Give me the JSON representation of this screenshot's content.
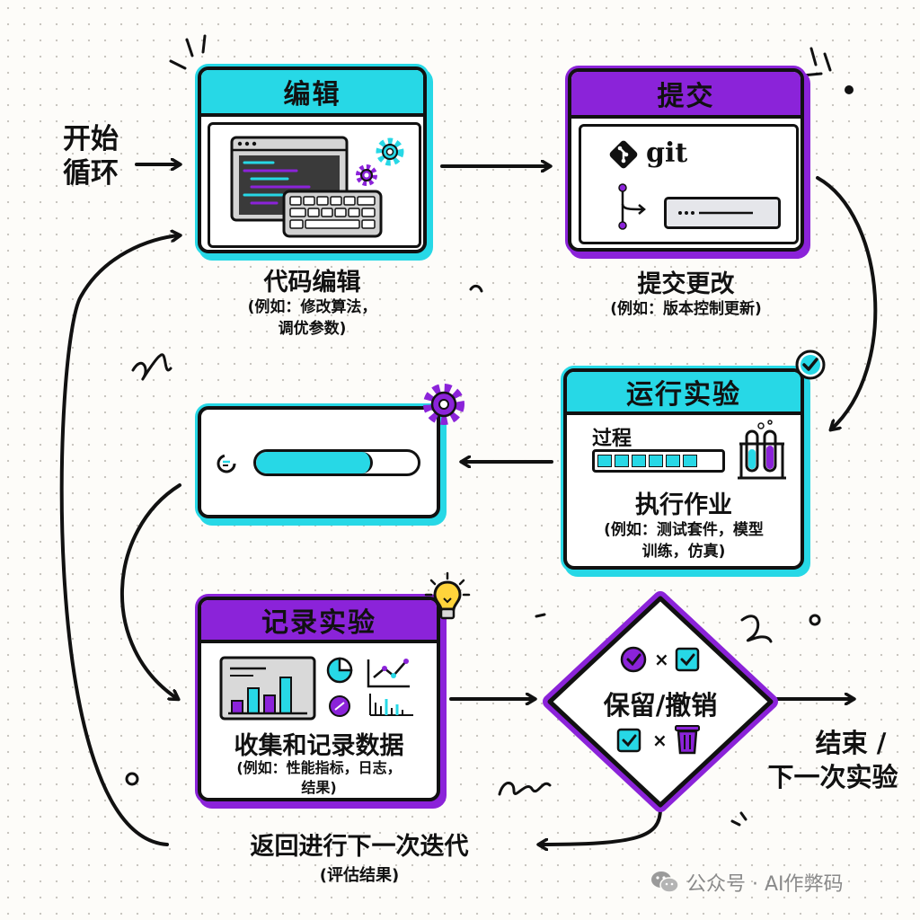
{
  "start": {
    "line1": "开始",
    "line2": "循环"
  },
  "edit": {
    "header": "编辑",
    "title": "代码编辑",
    "sub_line1": "(例如：修改算法，",
    "sub_line2": "调优参数)"
  },
  "commit": {
    "header": "提交",
    "git_text": "git",
    "title": "提交更改",
    "sub": "(例如：版本控制更新)"
  },
  "run": {
    "header": "运行实验",
    "process_label": "过程",
    "title": "执行作业",
    "sub_line1": "(例如：测试套件，模型",
    "sub_line2": "训练，仿真)"
  },
  "progress": {
    "fraction": 0.72
  },
  "record": {
    "header": "记录实验",
    "title": "收集和记录数据",
    "sub_line1": "(例如：性能指标，日志，",
    "sub_line2": "结果)"
  },
  "decision": {
    "label": "保留/撤销",
    "cross1": "×",
    "cross2": "×"
  },
  "end": {
    "line1": "结束 /",
    "line2": "下一次实验"
  },
  "loop_back": {
    "title": "返回进行下一次迭代",
    "sub": "(评估结果)"
  },
  "watermark": {
    "text": "公众号 · AI作弊码"
  },
  "colors": {
    "cyan": "#27d8e6",
    "purple": "#8b23d9",
    "ink": "#111111",
    "yellow": "#ffd43b"
  }
}
